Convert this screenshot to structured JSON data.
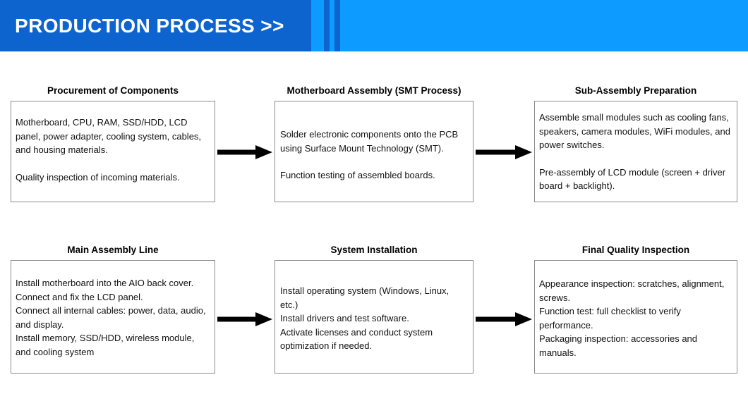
{
  "banner": {
    "title": "PRODUCTION PROCESS >>",
    "dark_blue": "#0d64cf",
    "light_blue": "#0d9bff",
    "text_color": "#ffffff"
  },
  "diagram": {
    "box_border_color": "#8c8c8c",
    "arrow_color": "#000000",
    "nodes": [
      {
        "id": "procurement",
        "title": "Procurement of Components",
        "lines": [
          "Motherboard, CPU, RAM, SSD/HDD, LCD panel, power adapter, cooling system, cables, and housing materials.",
          "Quality inspection of incoming materials."
        ]
      },
      {
        "id": "motherboard-assembly",
        "title": "Motherboard Assembly (SMT Process)",
        "lines": [
          "Solder electronic components onto the PCB using Surface Mount Technology (SMT).",
          "Function testing of assembled boards."
        ]
      },
      {
        "id": "sub-assembly",
        "title": "Sub-Assembly Preparation",
        "lines": [
          "Assemble small modules such as cooling fans, speakers, camera modules, WiFi modules, and power switches.",
          "Pre-assembly of LCD module (screen + driver board + backlight)."
        ]
      },
      {
        "id": "main-assembly",
        "title": "Main Assembly Line",
        "lines": [
          "Install motherboard into the AIO back cover.",
          "Connect and fix the LCD panel.",
          "Connect all internal cables: power, data, audio, and display.",
          "Install memory, SSD/HDD, wireless module, and cooling system"
        ]
      },
      {
        "id": "system-installation",
        "title": "System Installation",
        "lines": [
          "Install operating system (Windows, Linux, etc.)",
          "Install drivers and test software.",
          "Activate licenses and conduct system optimization if needed."
        ]
      },
      {
        "id": "final-inspection",
        "title": "Final Quality Inspection",
        "lines": [
          "Appearance inspection: scratches, alignment, screws.",
          "Function test: full checklist to verify performance.",
          "Packaging inspection: accessories and manuals."
        ]
      }
    ],
    "arrows": [
      {
        "id": "arrow-1",
        "from": "procurement",
        "to": "motherboard-assembly"
      },
      {
        "id": "arrow-2",
        "from": "motherboard-assembly",
        "to": "sub-assembly"
      },
      {
        "id": "arrow-3",
        "from": "main-assembly",
        "to": "system-installation"
      },
      {
        "id": "arrow-4",
        "from": "system-installation",
        "to": "final-inspection"
      }
    ]
  }
}
